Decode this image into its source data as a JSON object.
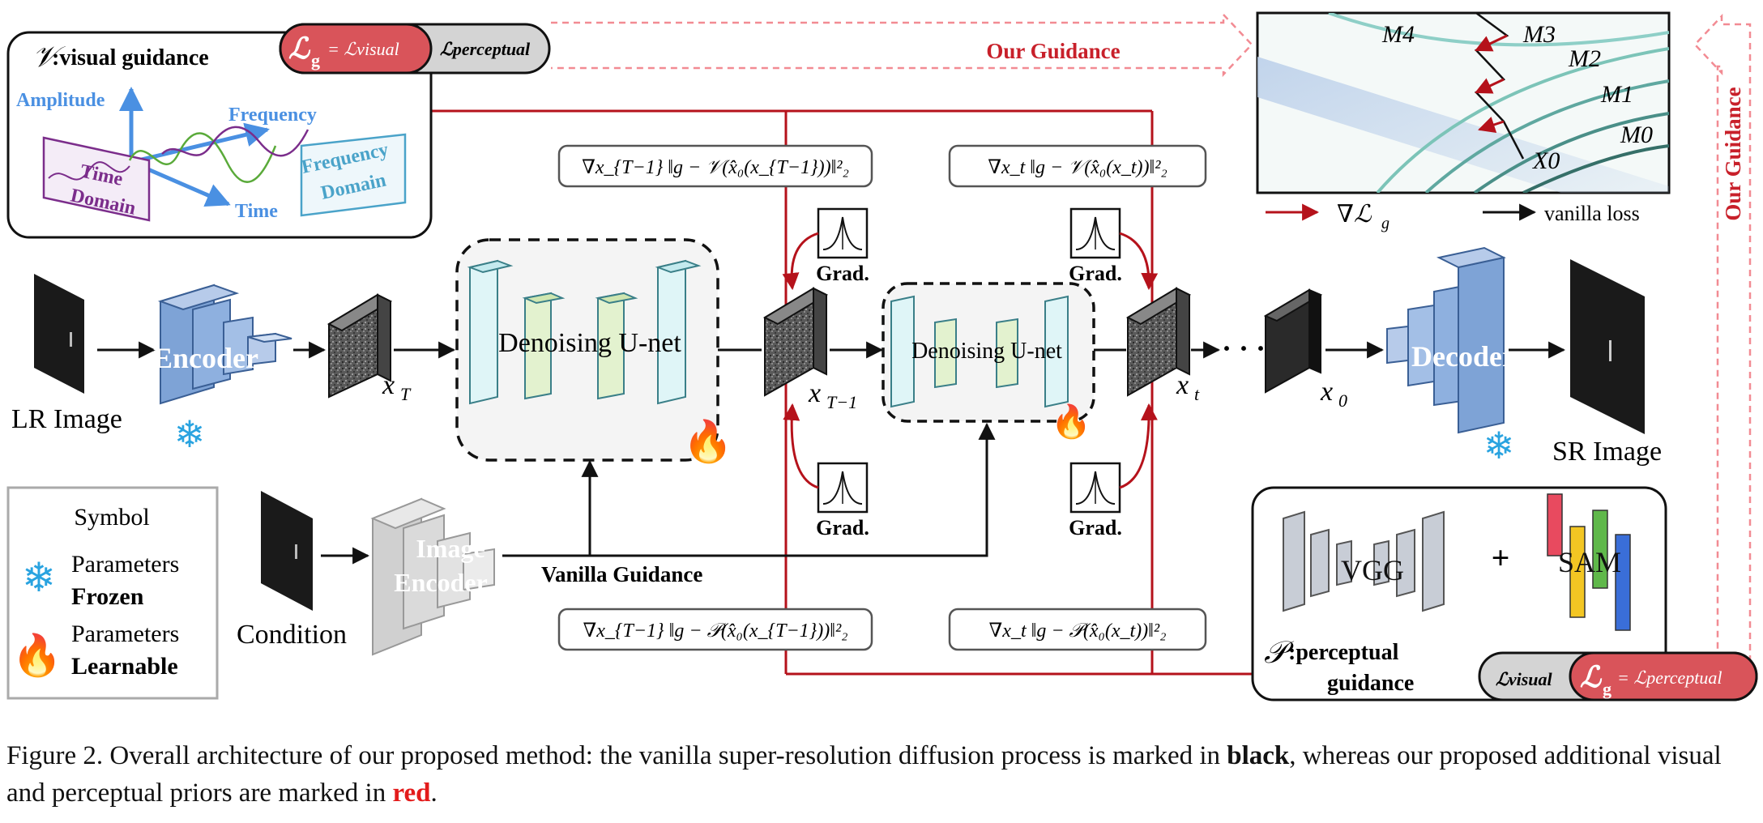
{
  "visual_panel": {
    "title_symbol": "𝒱",
    "title": ":visual guidance",
    "amplitude": "Amplitude",
    "frequency": "Frequency",
    "time": "Time",
    "time_domain_1": "Time",
    "time_domain_2": "Domain",
    "freq_domain_1": "Frequency",
    "freq_domain_2": "Domain",
    "loss_active_sym": "ℒ",
    "loss_active_sub": "g",
    "loss_active_rhs": "= ℒvisual",
    "loss_inactive": "ℒperceptual"
  },
  "our_guidance_top": "Our  Guidance",
  "our_guidance_side": "Our  Guidance",
  "manifold": {
    "labels": [
      "M4",
      "M3",
      "M2",
      "M1",
      "M0"
    ],
    "x0": "X0",
    "legend_grad": "∇ℒ",
    "legend_grad_sub": "g",
    "legend_vanilla": "vanilla loss"
  },
  "formulas": {
    "v_tm1": "∇x_{T−1} ‖g − 𝒱(x̂₀(x_{T−1}))‖²₂",
    "v_t": "∇x_t ‖g − 𝒱(x̂₀(x_t))‖²₂",
    "p_tm1": "∇x_{T−1} ‖g − 𝒫(x̂₀(x_{T−1}))‖²₂",
    "p_t": "∇x_t ‖g − 𝒫(x̂₀(x_t))‖²₂"
  },
  "blocks": {
    "lr_image": "LR Image",
    "encoder": "Encoder",
    "xT": "x",
    "xT_sub": "T",
    "unet_big": "Denoising U-net",
    "xTm1": "x",
    "xTm1_sub": "T−1",
    "unet_small": "Denoising U-net",
    "xt": "x",
    "xt_sub": "t",
    "dots": "· · ·",
    "x0": "x",
    "x0_sub": "0",
    "decoder": "Decoder",
    "sr_image": "SR Image",
    "grad": "Grad.",
    "condition": "Condition",
    "image_encoder_1": "Image",
    "image_encoder_2": "Encoder",
    "vanilla_guidance": "Vanilla Guidance"
  },
  "legend": {
    "title": "Symbol",
    "frozen_1": "Parameters",
    "frozen_2": "Frozen",
    "learn_1": "Parameters",
    "learn_2": "Learnable"
  },
  "perceptual_panel": {
    "vgg": "VGG",
    "plus": "+",
    "sam": "SAM",
    "title_symbol": "𝒫",
    "title_1": ":perceptual",
    "title_2": "guidance",
    "loss_inactive": "ℒvisual",
    "loss_active_sym": "ℒ",
    "loss_active_sub": "g",
    "loss_active_rhs": "= ℒperceptual"
  },
  "caption": {
    "prefix": "Figure 2.  Overall architecture of our proposed method: the vanilla super-resolution diffusion process is marked in ",
    "black": "black",
    "middle": ", whereas our proposed additional visual and perceptual priors are marked in ",
    "red": "red",
    "suffix": "."
  },
  "colors": {
    "red": "#b5121b",
    "loss_red": "#d9545a",
    "blue_arrow": "#4a90e2",
    "cyan_block": "#dff5f7",
    "green_block": "#e3f2cf",
    "encoder_blue": "#7ea3d6",
    "pink_dash": "#f28b93"
  }
}
